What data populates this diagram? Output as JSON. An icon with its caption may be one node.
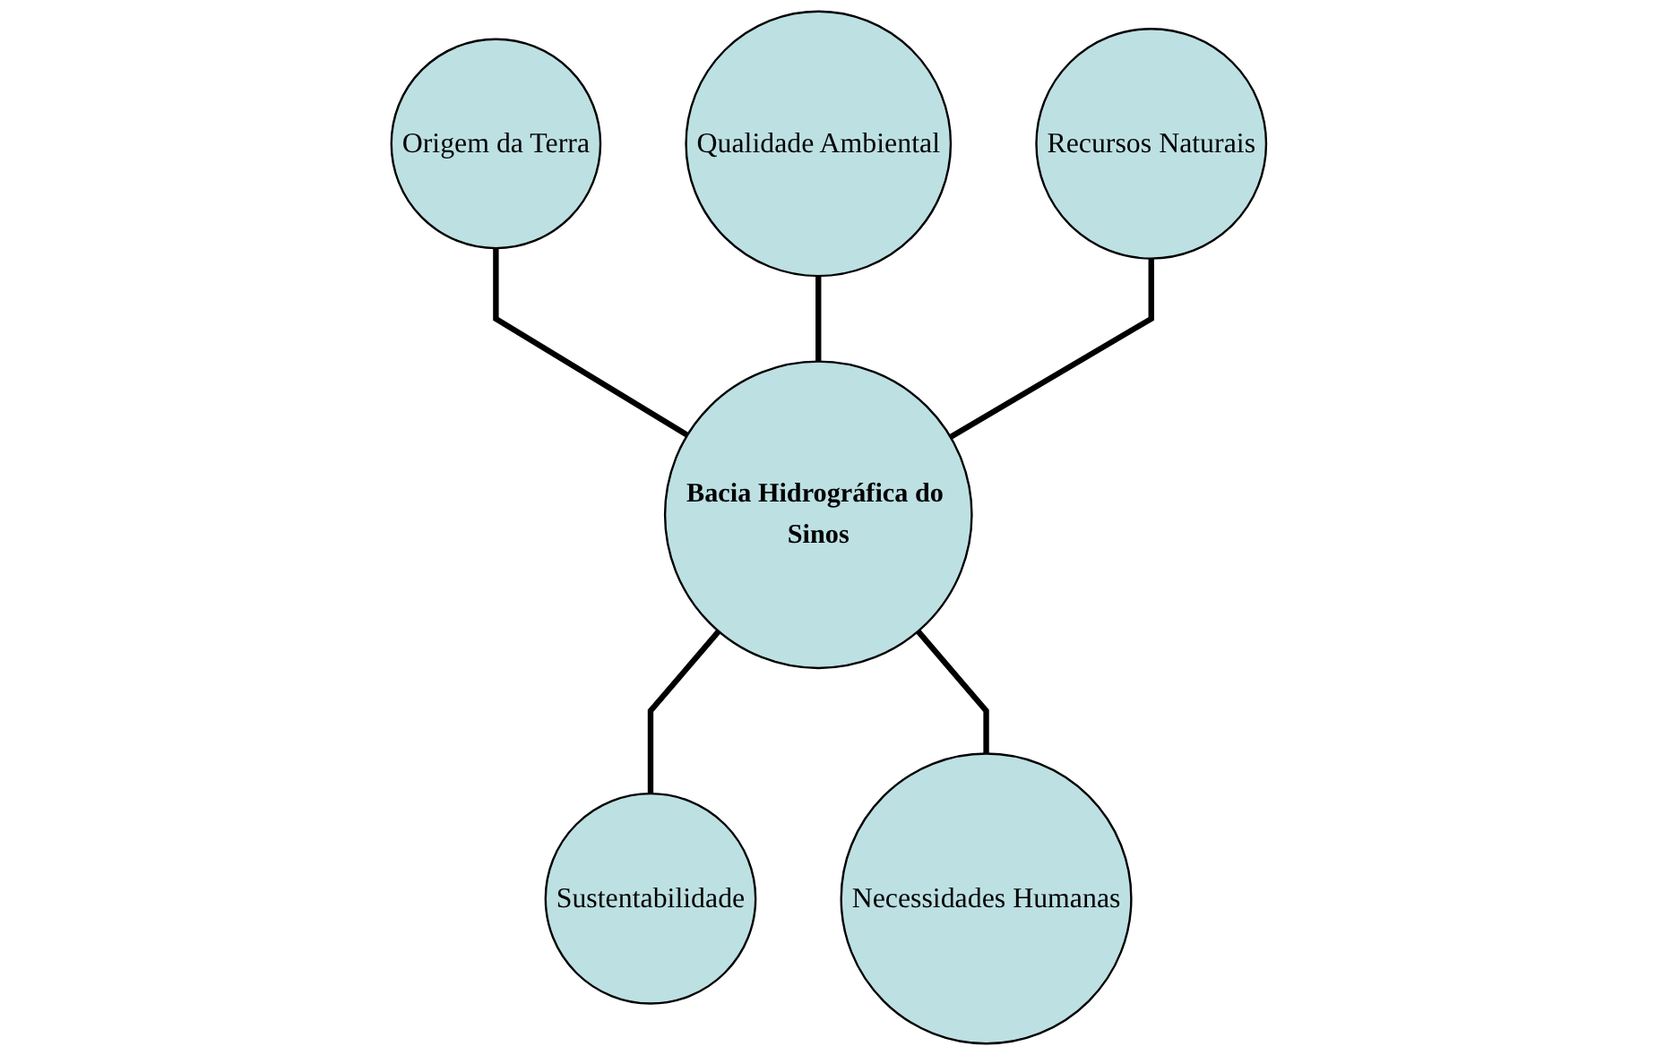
{
  "diagram": {
    "nodes": [
      {
        "text": [
          "Origem da Terra"
        ]
      },
      {
        "text": [
          "Qualidade Ambiental"
        ]
      },
      {
        "text": [
          "Recursos Naturais"
        ]
      },
      {
        "text": [
          "Bacia Hidrográfica do Sinos"
        ]
      },
      {
        "text": [
          "Sustentabilidade"
        ]
      },
      {
        "text": [
          "Necessidades Humanas"
        ]
      }
    ],
    "edges": [
      {
        "from": 0,
        "to": 3,
        "arrow": "none"
      },
      {
        "from": 1,
        "to": 3,
        "arrow": "none"
      },
      {
        "from": 2,
        "to": 3,
        "arrow": "none"
      },
      {
        "from": 3,
        "to": 4,
        "arrow": "none"
      },
      {
        "from": 3,
        "to": 5,
        "arrow": "none"
      }
    ]
  }
}
